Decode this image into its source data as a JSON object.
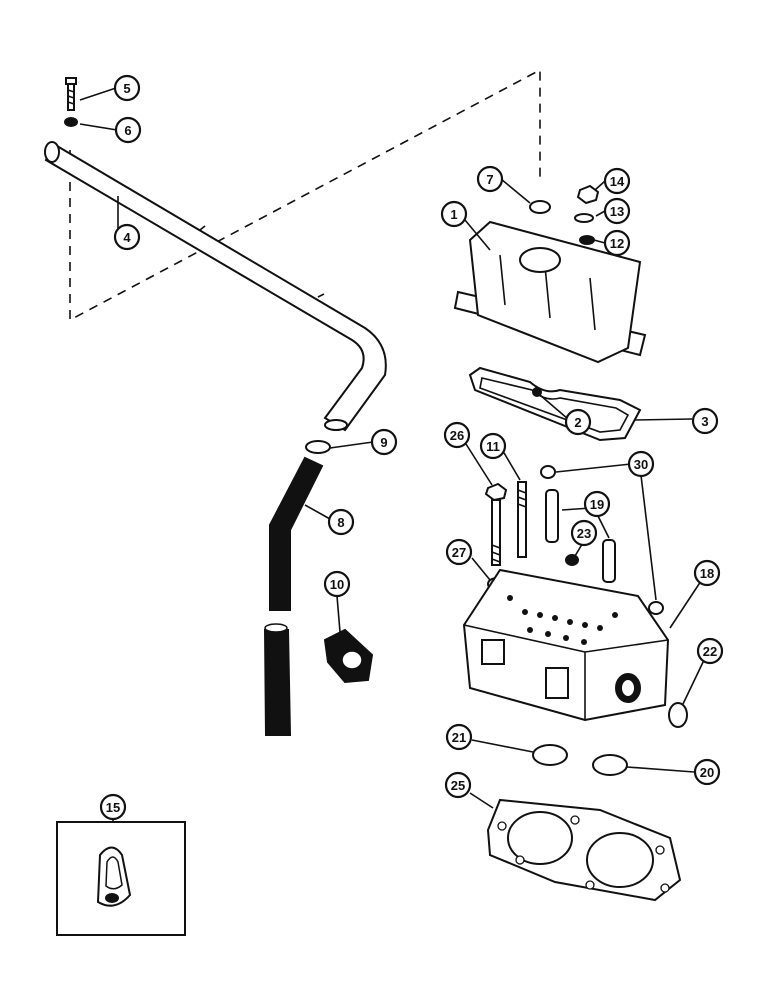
{
  "diagram": {
    "callouts": [
      {
        "id": "c5",
        "label": "5"
      },
      {
        "id": "c6",
        "label": "6"
      },
      {
        "id": "c4",
        "label": "4"
      },
      {
        "id": "c7",
        "label": "7"
      },
      {
        "id": "c14",
        "label": "14"
      },
      {
        "id": "c1",
        "label": "1"
      },
      {
        "id": "c13",
        "label": "13"
      },
      {
        "id": "c12",
        "label": "12"
      },
      {
        "id": "c2",
        "label": "2"
      },
      {
        "id": "c3",
        "label": "3"
      },
      {
        "id": "c9",
        "label": "9"
      },
      {
        "id": "c26",
        "label": "26"
      },
      {
        "id": "c11",
        "label": "11"
      },
      {
        "id": "c30",
        "label": "30"
      },
      {
        "id": "c19",
        "label": "19"
      },
      {
        "id": "c8",
        "label": "8"
      },
      {
        "id": "c23",
        "label": "23"
      },
      {
        "id": "c27",
        "label": "27"
      },
      {
        "id": "c10",
        "label": "10"
      },
      {
        "id": "c18",
        "label": "18"
      },
      {
        "id": "c22",
        "label": "22"
      },
      {
        "id": "c21",
        "label": "21"
      },
      {
        "id": "c20",
        "label": "20"
      },
      {
        "id": "c25",
        "label": "25"
      },
      {
        "id": "c15",
        "label": "15"
      }
    ]
  }
}
